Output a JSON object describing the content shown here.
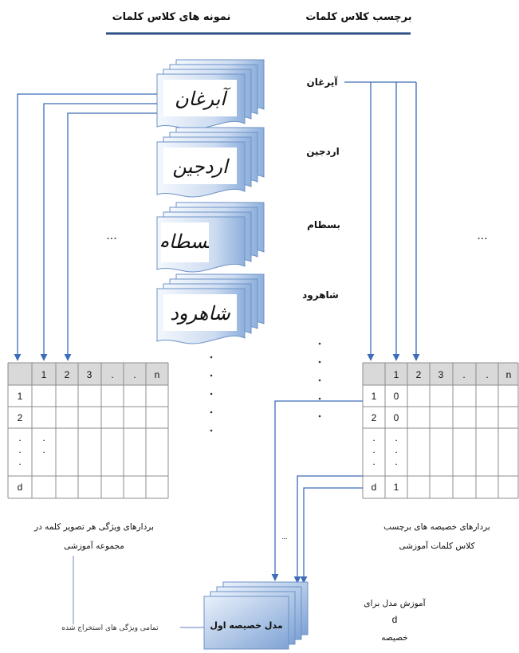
{
  "header": {
    "labels_title": "برچسب کلاس کلمات",
    "samples_title": "نمونه های کلاس کلمات"
  },
  "classes": [
    {
      "label": "آیرغان",
      "handwriting": "آبرغان"
    },
    {
      "label": "اردجین",
      "handwriting": "اردجین"
    },
    {
      "label": "بسطام",
      "handwriting": "بسطام"
    },
    {
      "label": "شاهرود",
      "handwriting": "شاهرود"
    }
  ],
  "more_samples": "...",
  "more_labels": "...",
  "feature_table": {
    "columns": [
      "1",
      "2",
      "3",
      ".",
      ".",
      "n"
    ],
    "rows": [
      "1",
      "2",
      "d"
    ],
    "ellipsis_mark": ".",
    "caption": [
      "بردارهای ویژگی هر تصویر کلمه در",
      "مجموعه آموزشی"
    ]
  },
  "label_table": {
    "columns": [
      "1",
      "2",
      "3",
      ".",
      ".",
      "n"
    ],
    "rows": [
      {
        "index": "1",
        "value": "0"
      },
      {
        "index": "2",
        "value": "0"
      },
      {
        "index": "d",
        "value": "1"
      }
    ],
    "ellipsis_mark": ".",
    "caption": [
      "بردارهای خصیصه های برچسب",
      "کلاس کلمات آموزشی"
    ]
  },
  "model": {
    "label": "مدل خصیصه اول",
    "note": [
      "آموزش مدل برای",
      "d",
      "خصیصه"
    ],
    "input_label": "تمامی ویژگی های استخراج شده",
    "more": "..."
  },
  "colors": {
    "accent_line": "#2e4d86",
    "arrow": "#3d6cb9",
    "table_header": "#d9d9d9",
    "page_light": "#f4f8fd",
    "page_dark": "#8eb0dc"
  }
}
